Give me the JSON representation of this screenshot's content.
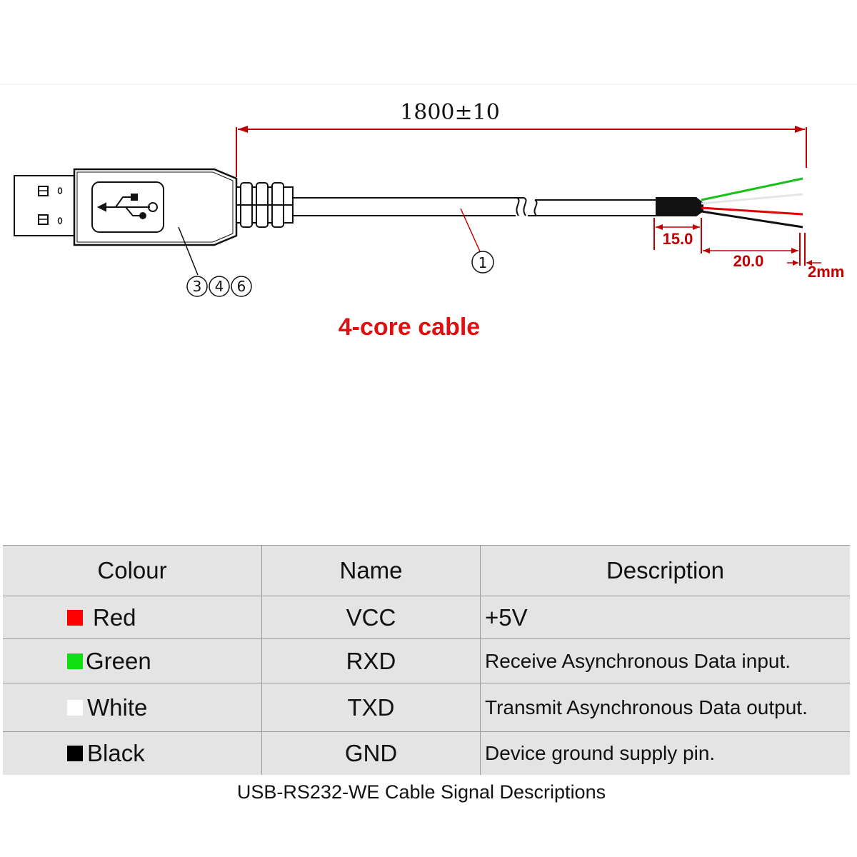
{
  "diagram": {
    "length_dim": "1800±10",
    "strip_dim_1": "15.0",
    "strip_dim_2": "20.0",
    "strip_dim_3": "2mm",
    "callout_cable": "①",
    "callout_connector": "③④⑥",
    "caption": "4-core cable",
    "wire_colors": {
      "green": "#16c016",
      "white": "#f2f2f2",
      "red": "#e00000",
      "black": "#111111"
    },
    "dimension_color": "#c00000"
  },
  "table": {
    "headers": [
      "Colour",
      "Name",
      "Description"
    ],
    "rows": [
      {
        "colour": "Red",
        "swatch": "#ff0000",
        "name": "VCC",
        "description": "+5V"
      },
      {
        "colour": "Green",
        "swatch": "#10e010",
        "name": "RXD",
        "description": "Receive Asynchronous Data input."
      },
      {
        "colour": "White",
        "swatch": "#ffffff",
        "name": "TXD",
        "description": "Transmit Asynchronous Data output."
      },
      {
        "colour": "Black",
        "swatch": "#000000",
        "name": "GND",
        "description": "Device ground supply pin."
      }
    ],
    "caption": "USB-RS232-WE Cable Signal Descriptions"
  }
}
